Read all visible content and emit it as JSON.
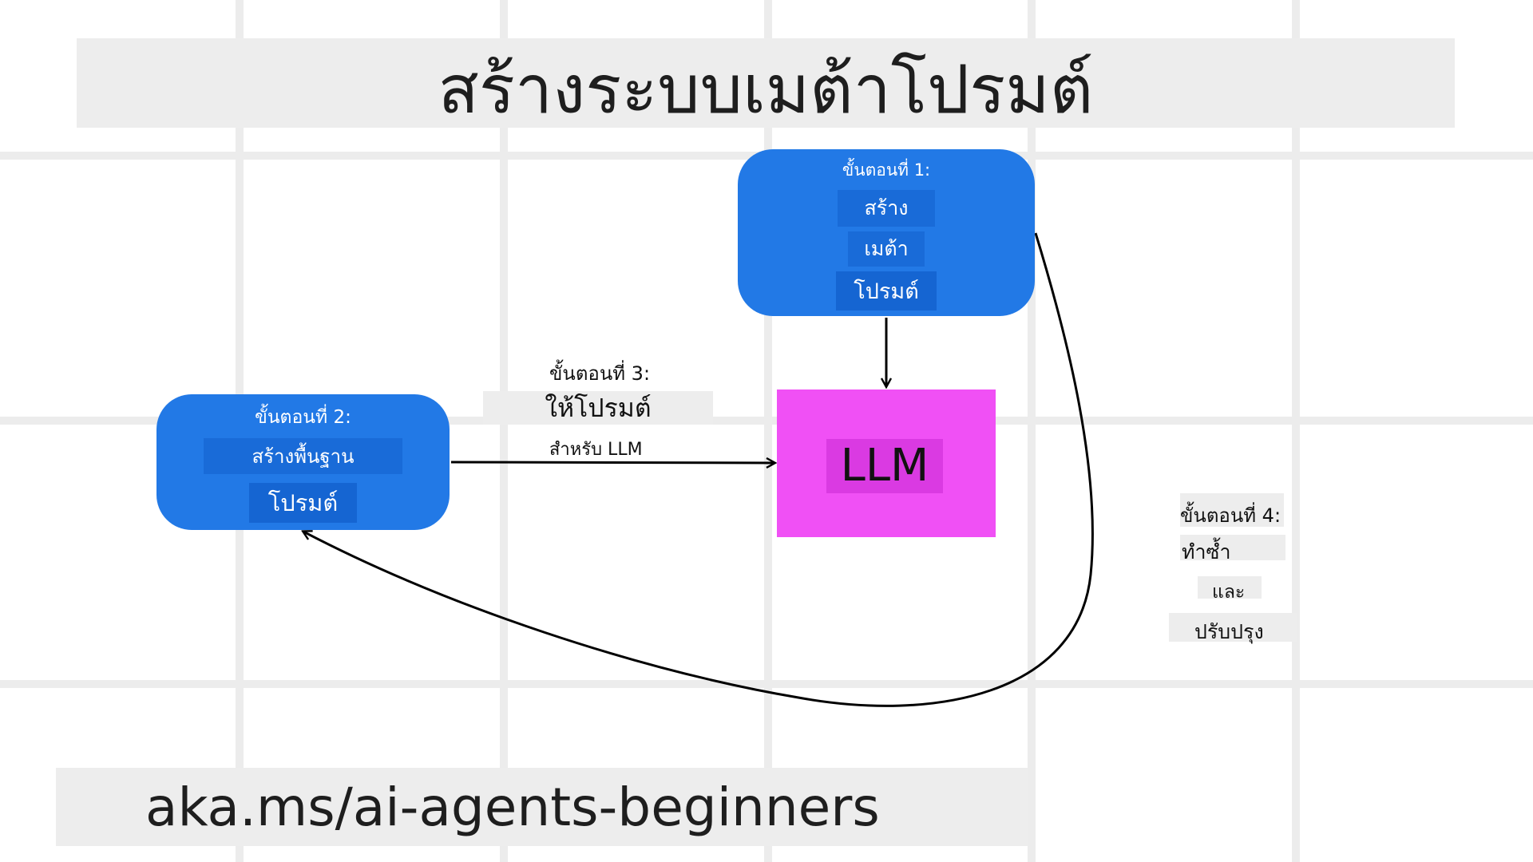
{
  "title": "สร้างระบบเมต้าโปรมต์",
  "step1": {
    "heading": "ขั้นตอนที่ 1:",
    "lines": [
      "สร้าง",
      "เมต้า",
      "โปรมต์"
    ]
  },
  "step2": {
    "heading": "ขั้นตอนที่ 2:",
    "lines": [
      "สร้างพื้นฐาน",
      "โปรมต์"
    ]
  },
  "step3": {
    "heading": "ขั้นตอนที่ 3:",
    "line1": "ให้โปรมต์",
    "line2": "สำหรับ LLM"
  },
  "step4": {
    "heading": "ขั้นตอนที่ 4:",
    "lines": [
      "ทำซ้ำ",
      "และ",
      "ปรับปรุง"
    ]
  },
  "llm": {
    "label": "LLM"
  },
  "footer": {
    "url": "aka.ms/ai-agents-beginners"
  },
  "colors": {
    "step_box": "#2279e6",
    "llm_box": "#f050f5",
    "arrow": "#000000",
    "grid": "#ececec",
    "band": "#ededed"
  }
}
